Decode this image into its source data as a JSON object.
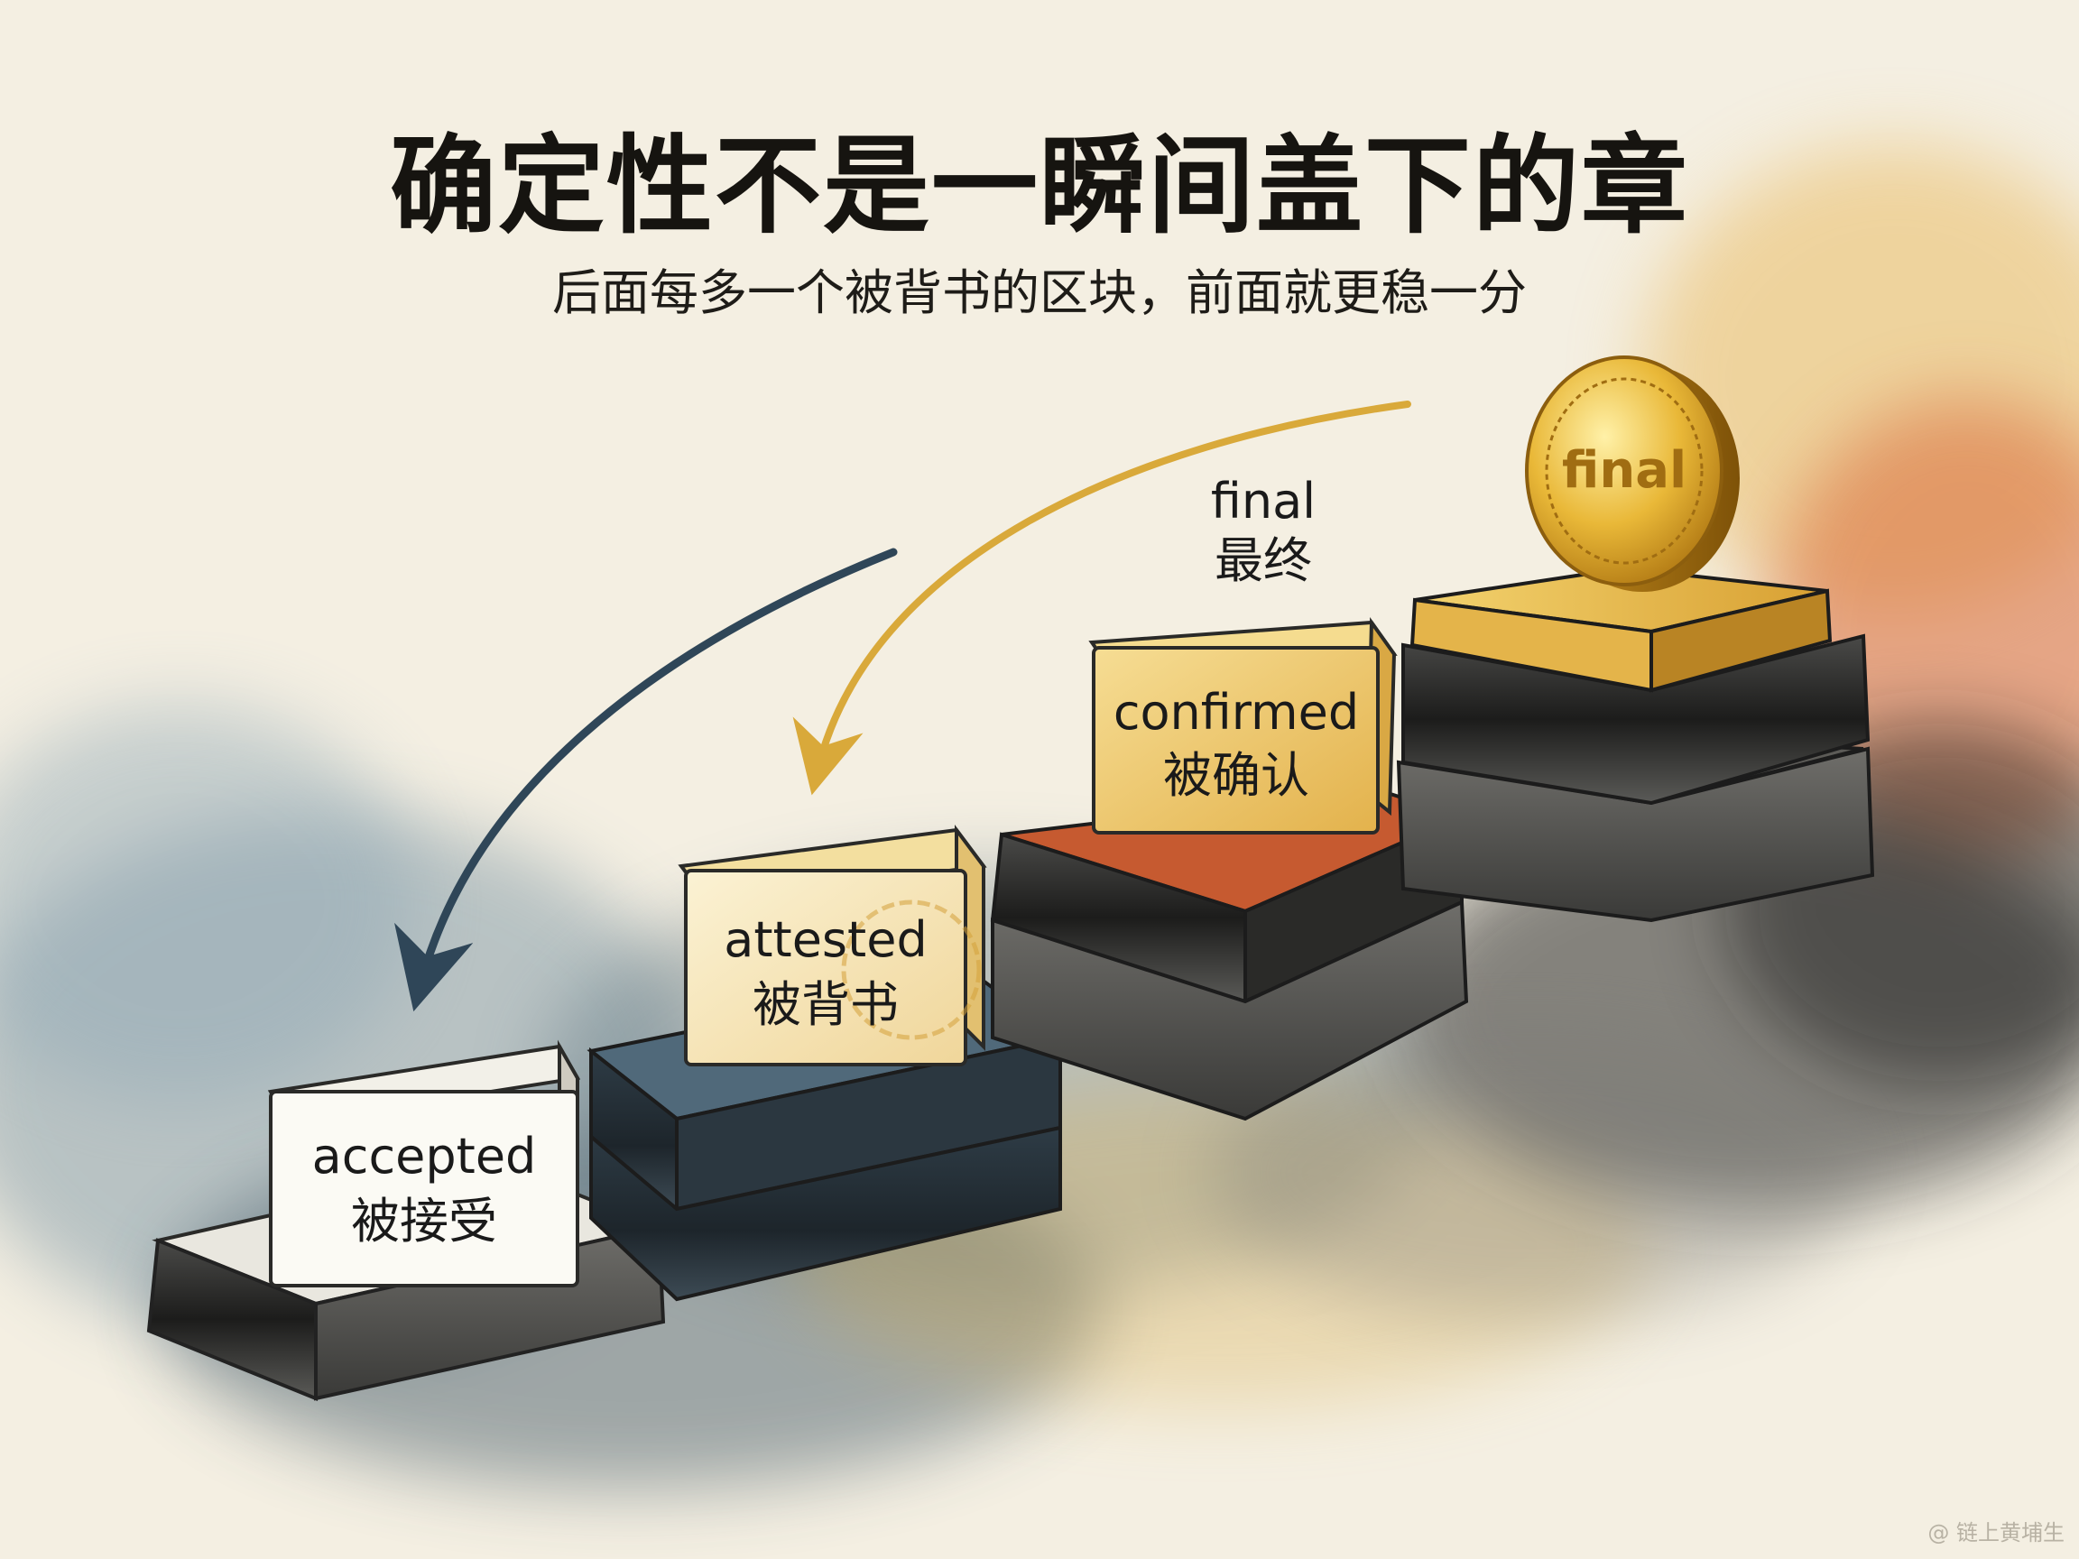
{
  "header": {
    "title": "确定性不是一瞬间盖下的章",
    "subtitle": "后面每多一个被背书的区块，前面就更稳一分"
  },
  "stages": [
    {
      "en": "accepted",
      "zh": "被接受"
    },
    {
      "en": "attested",
      "zh": "被背书"
    },
    {
      "en": "confirmed",
      "zh": "被确认"
    },
    {
      "en": "final",
      "zh": "最终"
    }
  ],
  "coin": {
    "text": "final"
  },
  "watermark": {
    "text": "@ 链上黄埔生",
    "icon": "logo-icon"
  },
  "colors": {
    "paper": "#f4efe2",
    "ink": "#1e1e1c",
    "slate": "#3f5566",
    "gold": "#d9a93a",
    "rust": "#c96a3c"
  }
}
